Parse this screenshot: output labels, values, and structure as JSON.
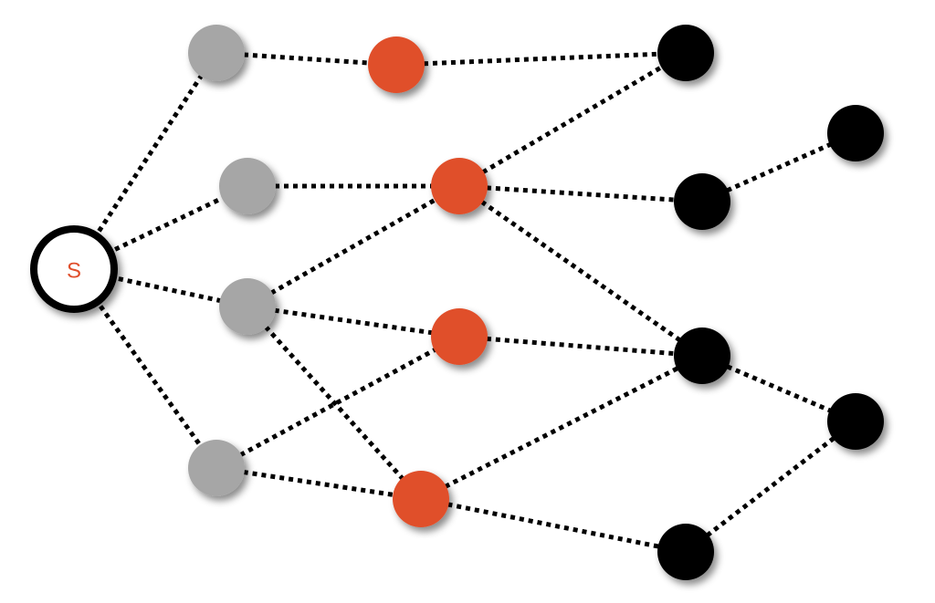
{
  "diagram": {
    "colors": {
      "source_fill": "#ffffff",
      "source_border": "#000000",
      "source_label": "#e04f2c",
      "gray": "#a6a6a6",
      "orange": "#e04f2c",
      "black": "#000000"
    },
    "nodes": [
      {
        "id": "s",
        "type": "source",
        "label": "S"
      },
      {
        "id": "g1",
        "type": "gray"
      },
      {
        "id": "g2",
        "type": "gray"
      },
      {
        "id": "g3",
        "type": "gray"
      },
      {
        "id": "g4",
        "type": "gray"
      },
      {
        "id": "o1",
        "type": "orange"
      },
      {
        "id": "o2",
        "type": "orange"
      },
      {
        "id": "o3",
        "type": "orange"
      },
      {
        "id": "o4",
        "type": "orange"
      },
      {
        "id": "b1",
        "type": "black"
      },
      {
        "id": "b2",
        "type": "black"
      },
      {
        "id": "b3",
        "type": "black"
      },
      {
        "id": "b4",
        "type": "black"
      },
      {
        "id": "b5",
        "type": "black"
      },
      {
        "id": "b6",
        "type": "black"
      }
    ],
    "edges": [
      [
        "s",
        "g1"
      ],
      [
        "s",
        "g2"
      ],
      [
        "s",
        "g3"
      ],
      [
        "s",
        "g4"
      ],
      [
        "g1",
        "o1"
      ],
      [
        "o1",
        "b1"
      ],
      [
        "g2",
        "o2"
      ],
      [
        "o2",
        "b1"
      ],
      [
        "o2",
        "b3"
      ],
      [
        "o2",
        "b4"
      ],
      [
        "b3",
        "b2"
      ],
      [
        "g3",
        "o2"
      ],
      [
        "g3",
        "o3"
      ],
      [
        "g3",
        "o4"
      ],
      [
        "g4",
        "o3"
      ],
      [
        "g4",
        "o4"
      ],
      [
        "o3",
        "b4"
      ],
      [
        "o4",
        "b4"
      ],
      [
        "o4",
        "b6"
      ],
      [
        "b4",
        "b5"
      ],
      [
        "b5",
        "b6"
      ]
    ]
  }
}
